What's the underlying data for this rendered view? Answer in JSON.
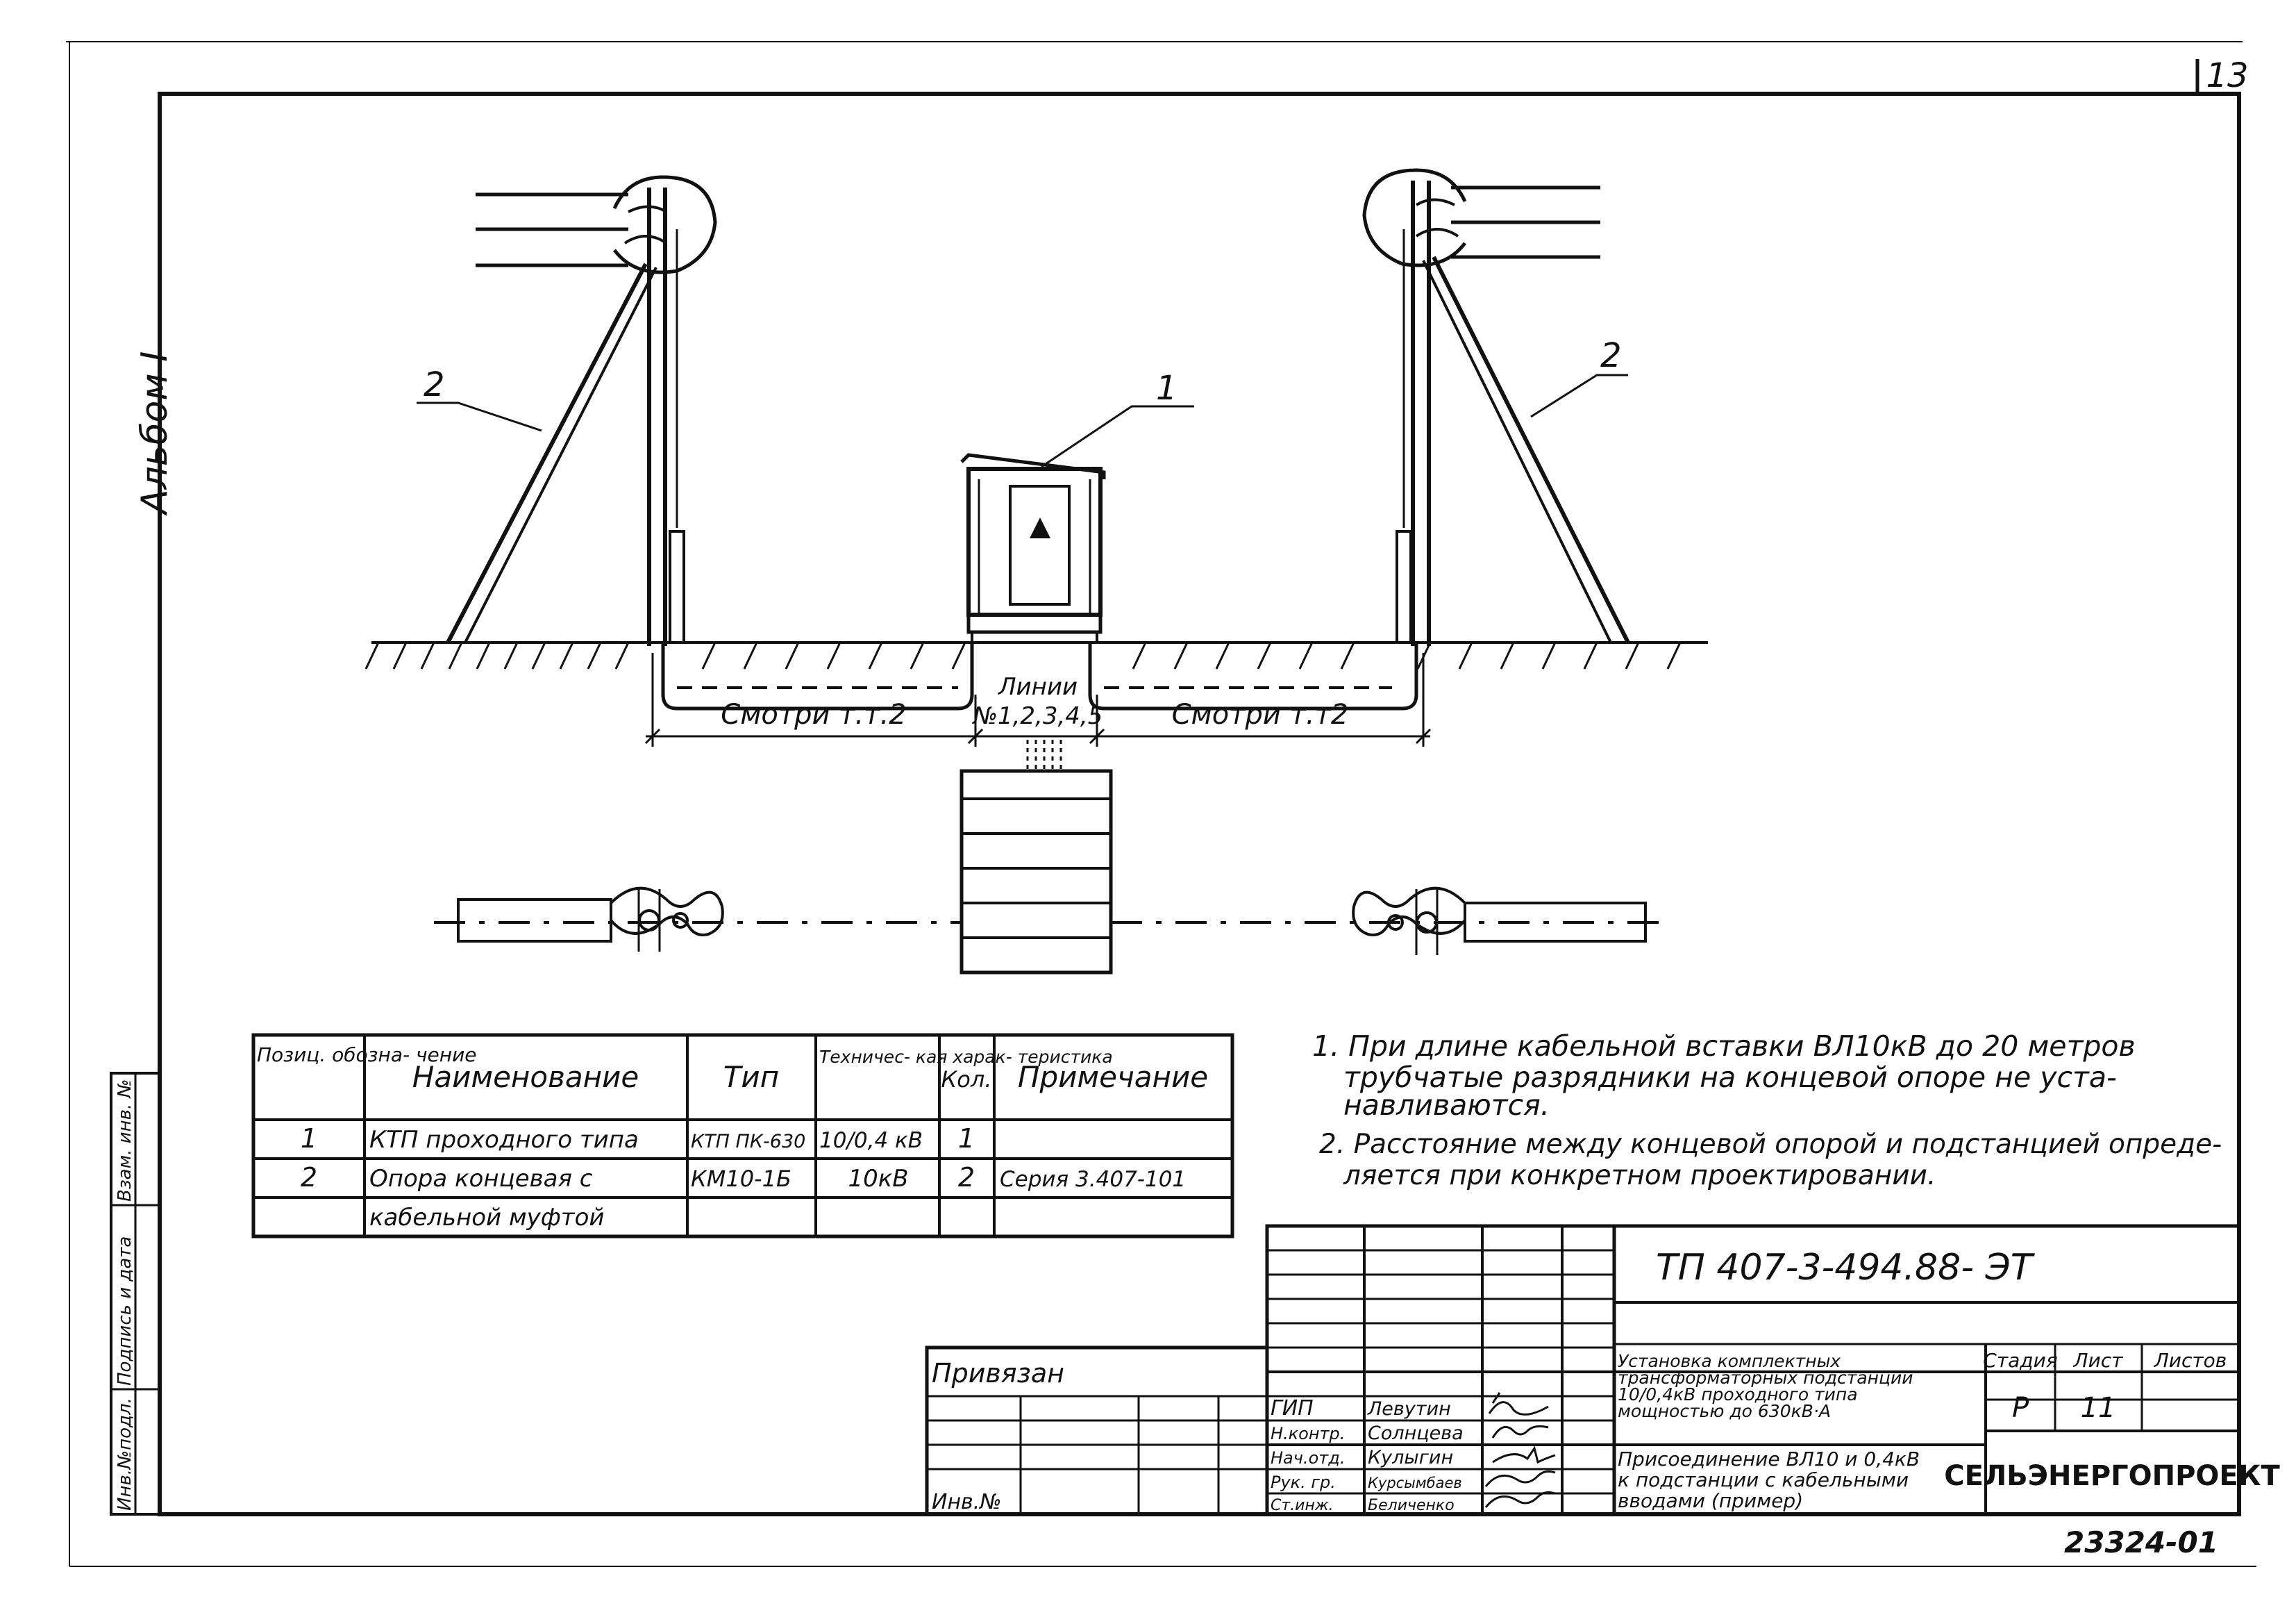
{
  "sheet_corner": "13",
  "album_label": "Альбом I",
  "side_stamp": [
    "Инв.№подл.",
    "Подпись и дата",
    "Взам. инв. №"
  ],
  "callouts": {
    "ktp": "1",
    "pole_left": "2",
    "pole_right": "2"
  },
  "lines_label": [
    "Линии",
    "№1,2,3,4,5"
  ],
  "dim_left": "Смотри т.т.2",
  "dim_right": "Смотри т.т2",
  "spec_table": {
    "headers": [
      "Позиц. обозна- чение",
      "Наименование",
      "Тип",
      "Техничес- кая харак- теристика",
      "Кол.",
      "Примечание"
    ],
    "rows": [
      [
        "1",
        "КТП проходного типа",
        "КТП ПК-630",
        "10/0,4 кВ",
        "1",
        ""
      ],
      [
        "2",
        "Опора концевая с",
        "КМ10-1Б",
        "10кВ",
        "2",
        "Серия 3.407-101"
      ],
      [
        "",
        "кабельной муфтой",
        "",
        "",
        "",
        ""
      ]
    ]
  },
  "notes": [
    "1. При длине кабельной вставки ВЛ10кВ до 20 метров трубчатые разрядники на концевой опоре не уста- навливаются.",
    "2. Расстояние между концевой опорой и подстанцией опреде- ляется при конкретном проектировании."
  ],
  "title_block": {
    "doc_code": "ТП 407-3-494.88- ЭТ",
    "linked_label": "Привязан",
    "inv_label": "Инв.№",
    "roles": [
      {
        "role": "ГИП",
        "name": "Левутин"
      },
      {
        "role": "Н.контр.",
        "name": "Солнцева"
      },
      {
        "role": "Нач.отд.",
        "name": "Кулыгин"
      },
      {
        "role": "Рук. гр.",
        "name": "Курсымбаев"
      },
      {
        "role": "Ст.инж.",
        "name": "Беличенко"
      }
    ],
    "project_title": "Установка комплектных трансформаторных подстанций 10/0,4кВ проходного типа мощностью до 630кВ·А",
    "sheet_title": "Присоединение ВЛ10 и 0,4кВ к подстанции с кабельными вводами (пример)",
    "stage_header": "Стадия",
    "sheet_header": "Лист",
    "sheets_header": "Листов",
    "stage": "Р",
    "sheet": "11",
    "sheets": "",
    "organization": "СЕЛЬЭНЕРГОПРОЕКТ"
  },
  "archive_number": "23324-01"
}
